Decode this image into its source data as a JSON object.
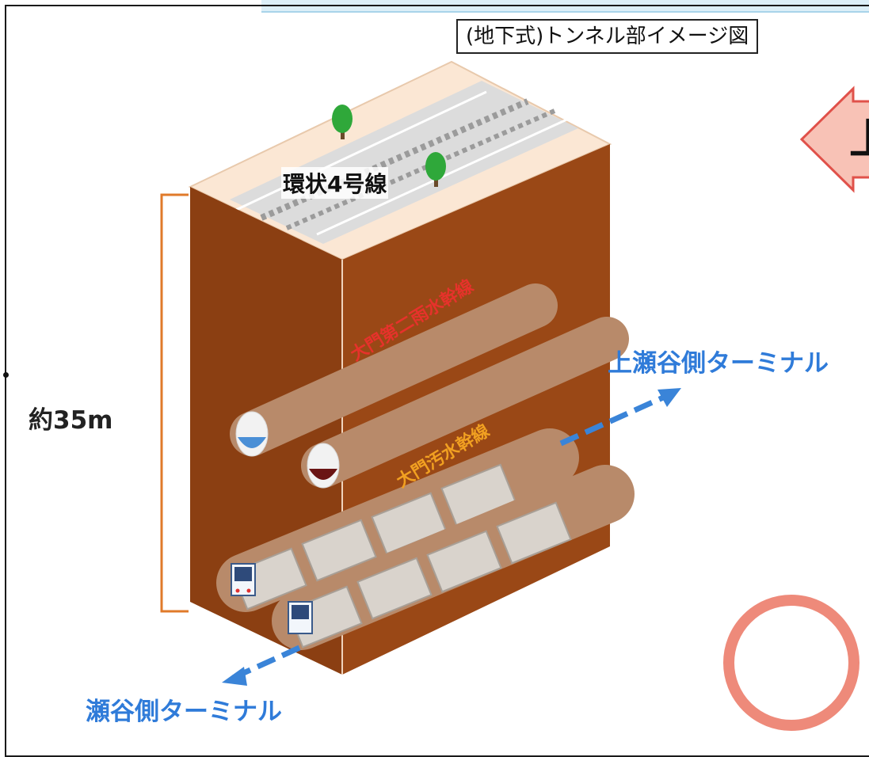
{
  "title": "(地下式)トンネル部イメージ図",
  "road_label": "環状4号線",
  "depth_label": "約35m",
  "rain_pipe_label": "大門第二雨水幹線",
  "sewer_pipe_label": "大門汚水幹線",
  "terminal_right": "上瀬谷側ターミナル",
  "terminal_left": "瀬谷側ターミナル",
  "arrow_label_partial": "上",
  "colors": {
    "soil_front": "#8b3f12",
    "soil_side": "#9a4816",
    "top_surface": "#fbe7d4",
    "road": "#dcdcdc",
    "terminal_text": "#2f7bd9",
    "rain_label": "#e6322b",
    "sewer_label": "#f1a021",
    "arrow_fill": "#f8c2b6",
    "circle": "#ee8a7a"
  }
}
